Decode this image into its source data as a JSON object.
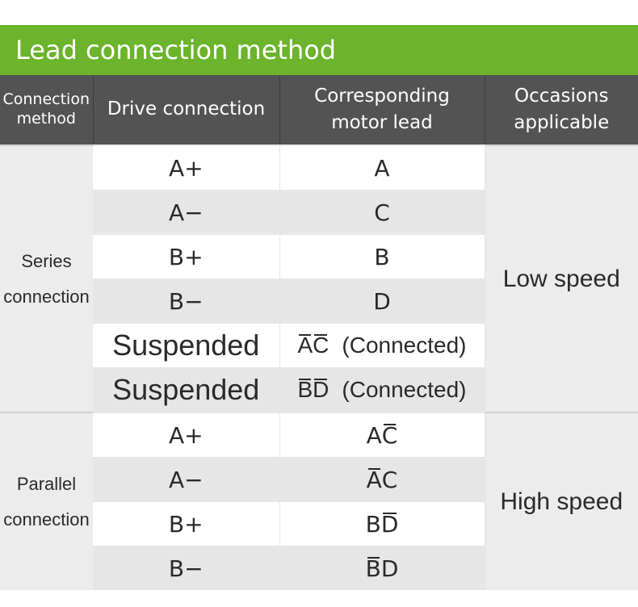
{
  "title": "Lead connection method",
  "headers": {
    "method": [
      "Connection",
      "method"
    ],
    "drive": "Drive connection",
    "motor": [
      "Corresponding",
      "motor lead"
    ],
    "occasion": [
      "Occasions",
      "applicable"
    ]
  },
  "groups": [
    {
      "label": [
        "Series",
        "connection"
      ],
      "occasion": "Low speed",
      "rows": [
        {
          "drive": "A+",
          "lead": "A"
        },
        {
          "drive": "A−",
          "lead": "C"
        },
        {
          "drive": "B+",
          "lead": "B"
        },
        {
          "drive": "B−",
          "lead": "D"
        },
        {
          "drive": "Suspended",
          "lead_a": "A",
          "lead_b": "C",
          "note": "(Connected)"
        },
        {
          "drive": "Suspended",
          "lead_a": "B",
          "lead_b": "D",
          "note": "(Connected)"
        }
      ]
    },
    {
      "label": [
        "Parallel",
        "connection"
      ],
      "occasion": "High speed",
      "rows": [
        {
          "drive": "A+",
          "lead_a": "A",
          "lead_b": "C"
        },
        {
          "drive": "A−",
          "lead_a": "A",
          "lead_b": "C"
        },
        {
          "drive": "B+",
          "lead_a": "B",
          "lead_b": "D"
        },
        {
          "drive": "B−",
          "lead_a": "B",
          "lead_b": "D"
        }
      ]
    }
  ],
  "colors": {
    "accent": "#6bb42b",
    "header_bg": "#535353",
    "band": "#e6e6e6"
  }
}
